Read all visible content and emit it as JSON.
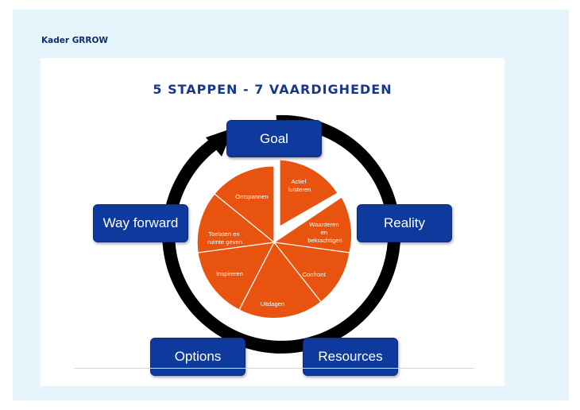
{
  "panel": {
    "title": "Kader GRROW"
  },
  "diagram": {
    "title": "5 STAPPEN - 7 VAARDIGHEDEN",
    "steps": {
      "goal": "Goal",
      "reality": "Reality",
      "resources": "Resources",
      "options": "Options",
      "way_forward": "Way forward"
    },
    "skills": {
      "actief_luisteren": [
        "Actief",
        "luisteren"
      ],
      "waarderen": [
        "Waarderen",
        "en",
        "bekrachtigen"
      ],
      "confront": "Confront",
      "uitdagen": "Uitdagen",
      "inspireren": "Inspireren",
      "toelaten": [
        "Toelaten en",
        "ruimte geven"
      ],
      "ontspannen": "Ontspannen"
    },
    "colors": {
      "step_fill": "#0e3a9e",
      "pie_fill": "#e8540f",
      "cycle_ring": "#000000"
    }
  }
}
